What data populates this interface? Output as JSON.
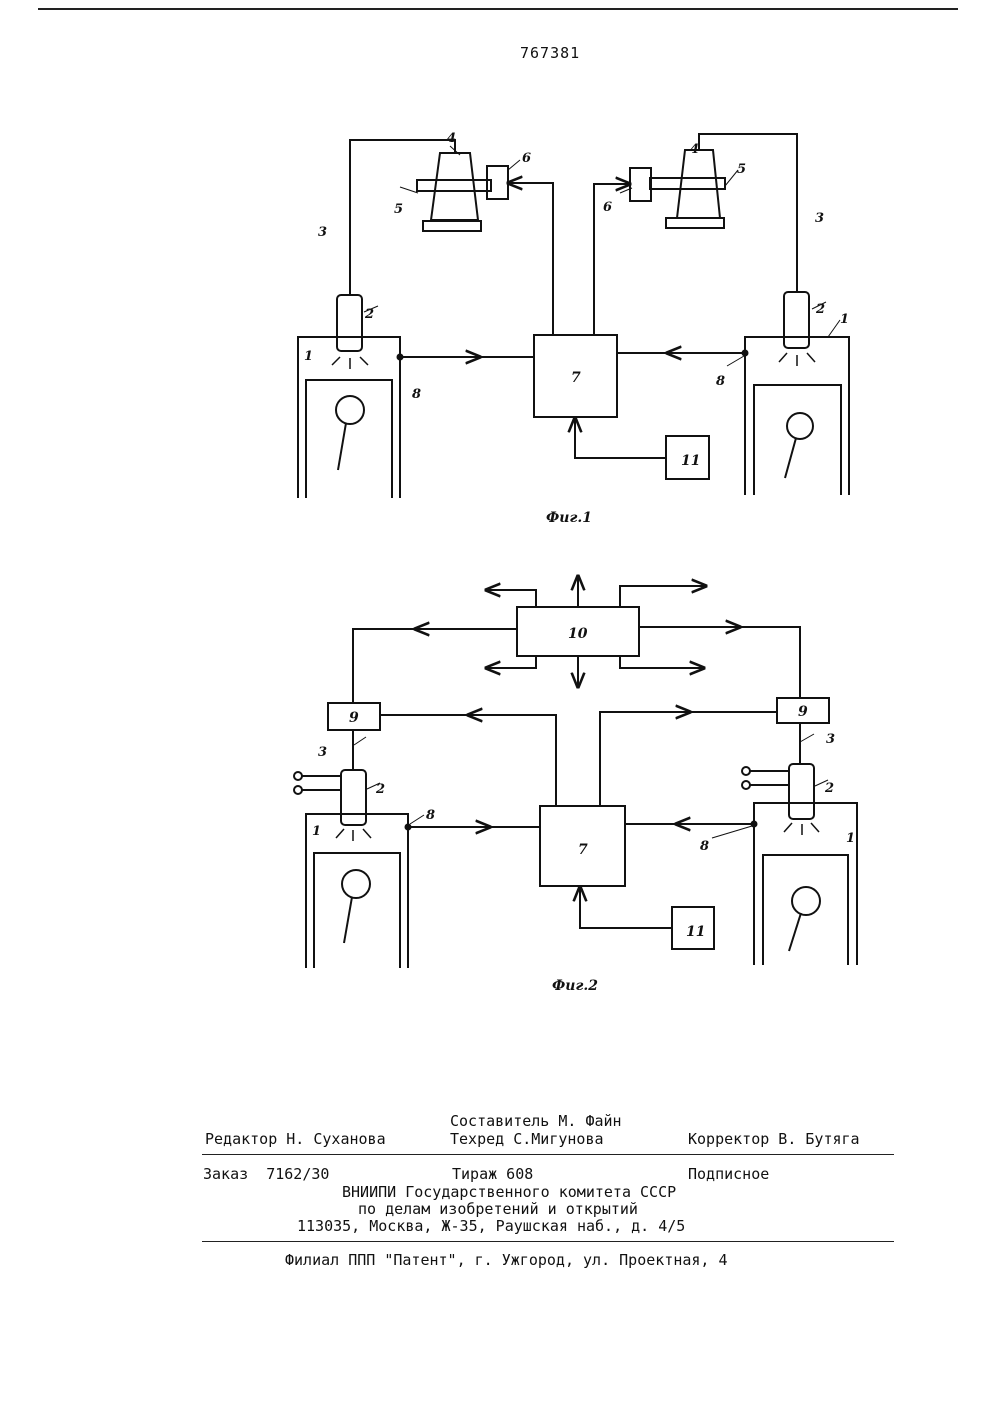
{
  "patent_number": "767381",
  "fig1": {
    "caption": "Фиг.1",
    "labels": {
      "l1": "1",
      "l2": "2",
      "l3": "3",
      "l4": "4",
      "l5": "5",
      "l6": "6",
      "l8": "8",
      "r1": "1",
      "r2": "2",
      "r3": "3",
      "r4": "4",
      "r5": "5",
      "r6": "6",
      "r8": "8",
      "b7": "7",
      "b11": "11"
    }
  },
  "fig2": {
    "caption": "Фиг.2",
    "labels": {
      "l1": "1",
      "l2": "2",
      "l3": "3",
      "l8": "8",
      "l9": "9",
      "r1": "1",
      "r2": "2",
      "r3": "3",
      "r8": "8",
      "r9": "9",
      "b7": "7",
      "b10": "10",
      "b11": "11"
    }
  },
  "colophon": {
    "compiler": "Составитель М. Файн",
    "editor": "Редактор Н. Суханова",
    "tech_editor": "Техред С.Мигунова",
    "corrector": "Корректор В. Бутяга",
    "order": "Заказ  7162/30",
    "print_run": "Тираж 608",
    "subscription": "Подписное",
    "institute": "ВНИИПИ Государственного комитета СССР",
    "committee": "по делам изобретений и открытий",
    "address": "113035, Москва, Ж-35, Раушская наб., д. 4/5",
    "branch": "Филиал ППП \"Патент\", г. Ужгород, ул. Проектная, 4"
  }
}
